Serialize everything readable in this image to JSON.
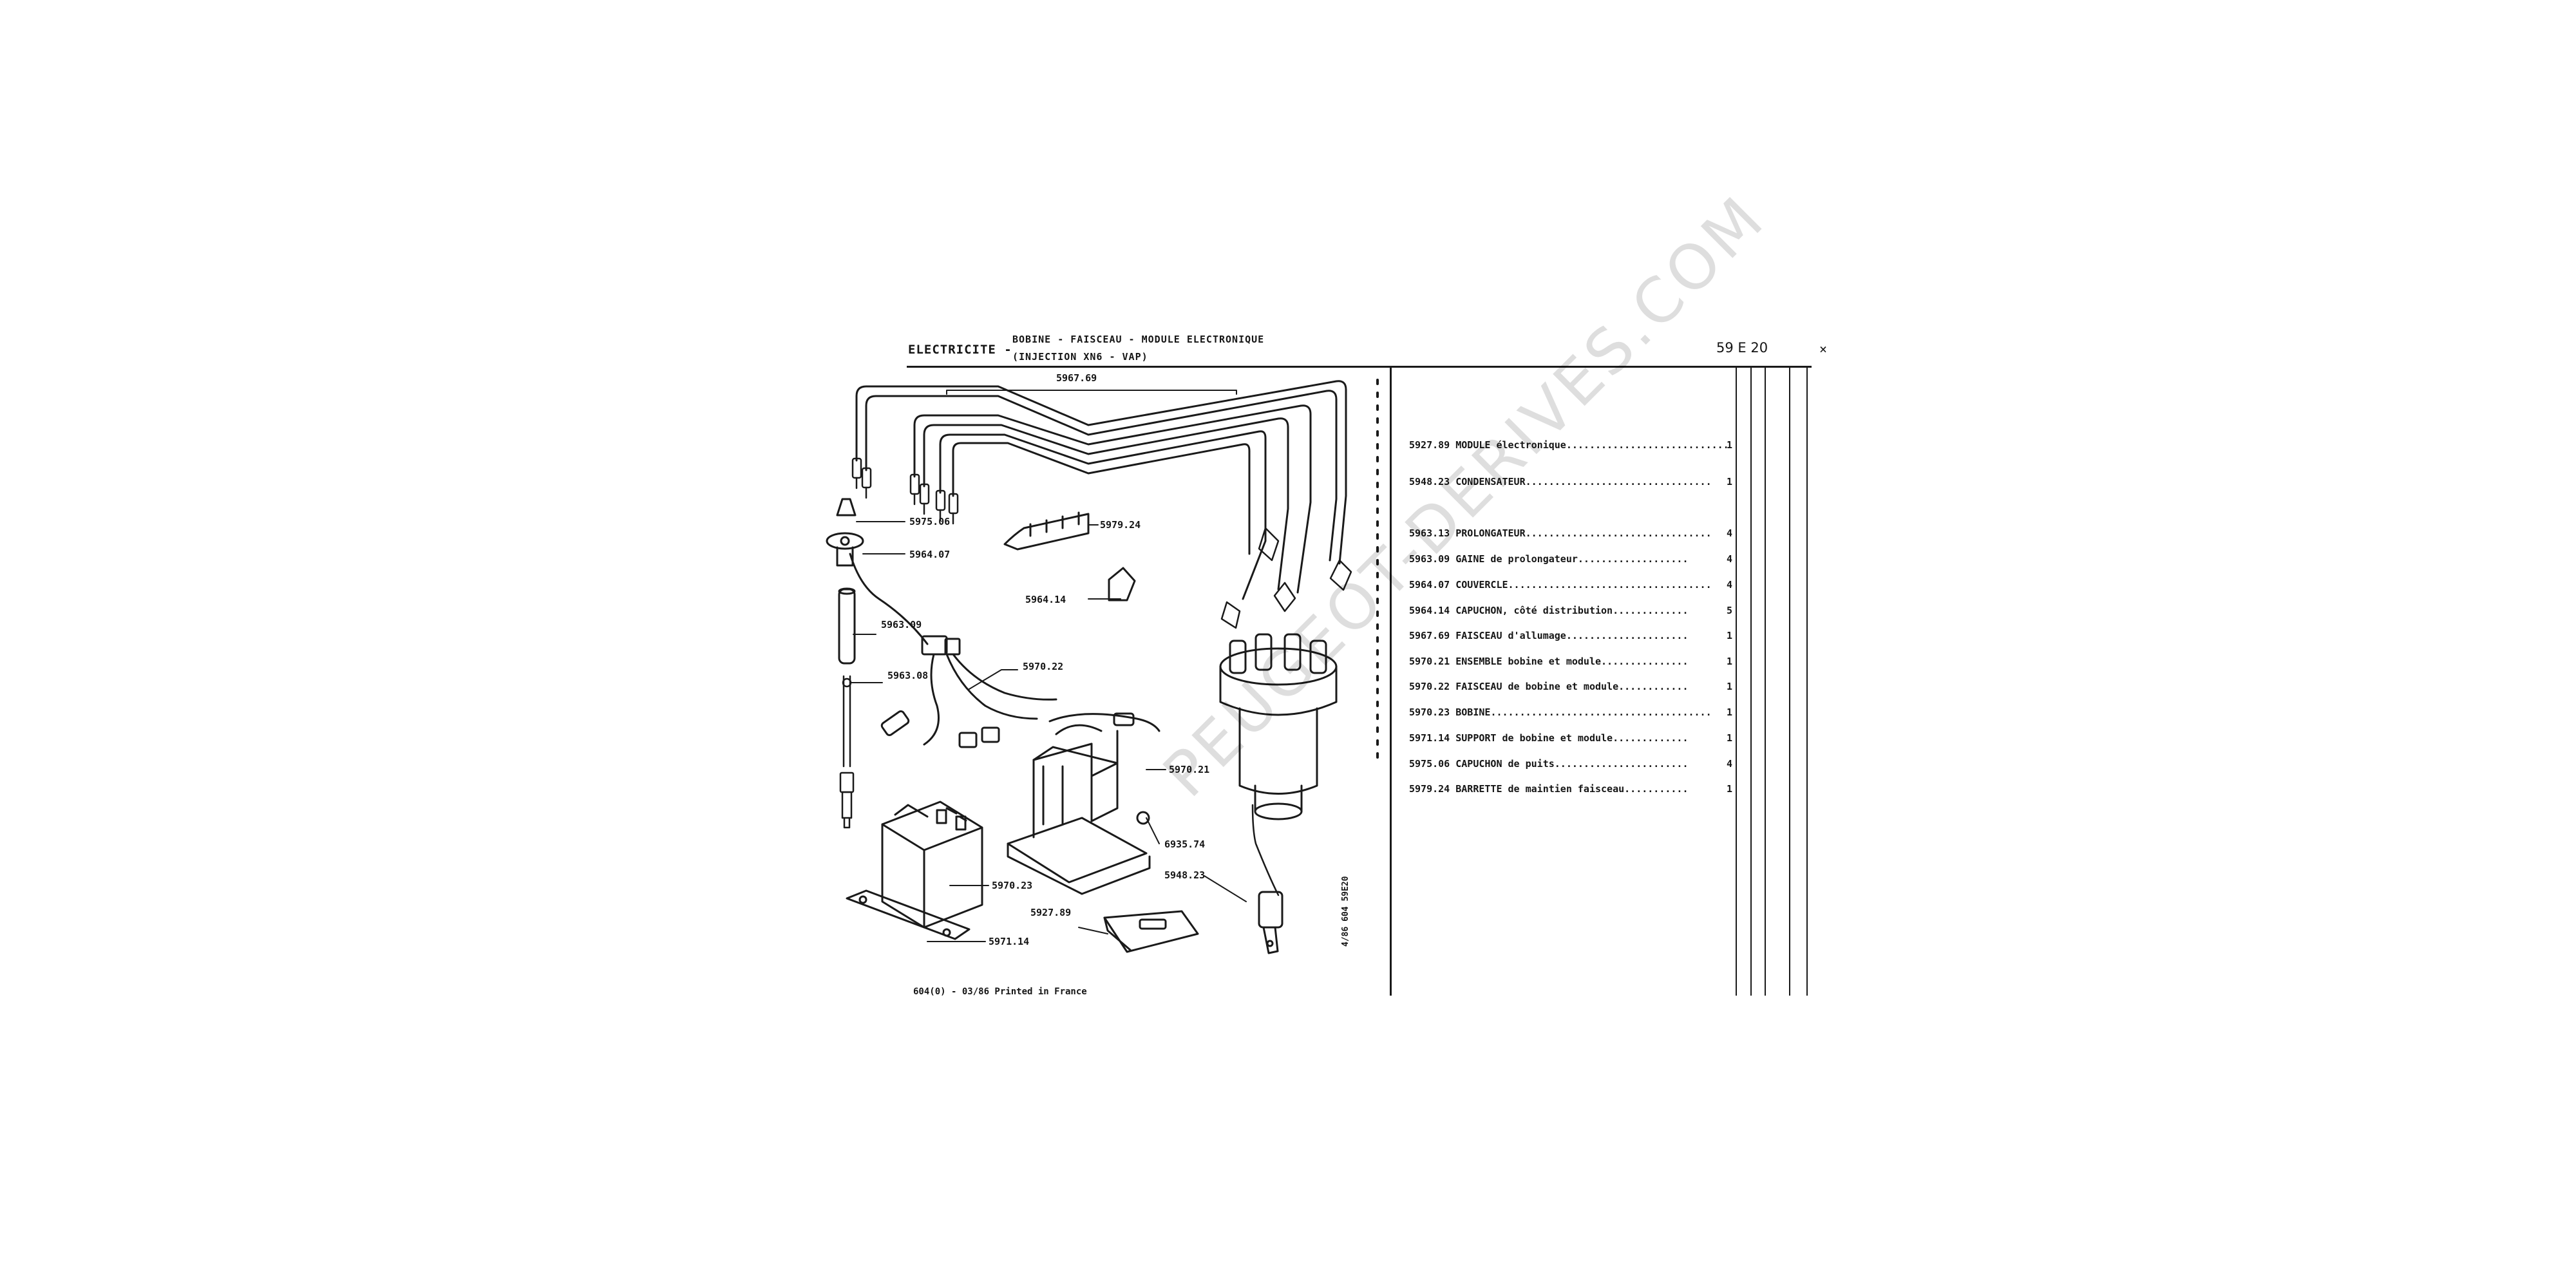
{
  "header": {
    "section": "ELECTRICITE -",
    "subtitle_line1": "BOBINE - FAISCEAU - MODULE ELECTRONIQUE",
    "subtitle_line2": "(INJECTION XN6 - VAP)",
    "page_code": "59 E 20",
    "corner_mark": "×"
  },
  "diagram": {
    "callouts": {
      "harness": "5967.69",
      "cap_well": "5975.06",
      "cover": "5964.07",
      "bar": "5979.24",
      "dist_cap": "5964.14",
      "extender_sheath": "5963.09",
      "extender": "5963.08",
      "coil_harness": "5970.22",
      "coil_module_assy": "5970.21",
      "bolt": "6935.74",
      "condenser": "5948.23",
      "coil": "5970.23",
      "module": "5927.89",
      "support": "5971.14"
    },
    "watermark": "PEUGEOT-DERIVES.COM",
    "side_code": "4/86 604 59E20"
  },
  "parts": [
    {
      "ref": "5927.89",
      "name": "MODULE électronique",
      "qty": "1"
    },
    {
      "ref": "5948.23",
      "name": "CONDENSATEUR",
      "qty": "1"
    },
    {
      "ref": "5963.13",
      "name": "PROLONGATEUR",
      "qty": "4"
    },
    {
      "ref": "5963.09",
      "name": "GAINE de prolongateur",
      "qty": "4"
    },
    {
      "ref": "5964.07",
      "name": "COUVERCLE",
      "qty": "4"
    },
    {
      "ref": "5964.14",
      "name": "CAPUCHON, côté distribution",
      "qty": "5"
    },
    {
      "ref": "5967.69",
      "name": "FAISCEAU d'allumage",
      "qty": "1"
    },
    {
      "ref": "5970.21",
      "name": "ENSEMBLE bobine et module",
      "qty": "1"
    },
    {
      "ref": "5970.22",
      "name": "FAISCEAU de bobine et module",
      "qty": "1"
    },
    {
      "ref": "5970.23",
      "name": "BOBINE",
      "qty": "1"
    },
    {
      "ref": "5971.14",
      "name": "SUPPORT de bobine et module",
      "qty": "1"
    },
    {
      "ref": "5975.06",
      "name": "CAPUCHON de puits",
      "qty": "4"
    },
    {
      "ref": "5979.24",
      "name": "BARRETTE de maintien faisceau",
      "qty": "1"
    }
  ],
  "footer": {
    "print_note": "604(0) - 03/86 Printed in France"
  }
}
